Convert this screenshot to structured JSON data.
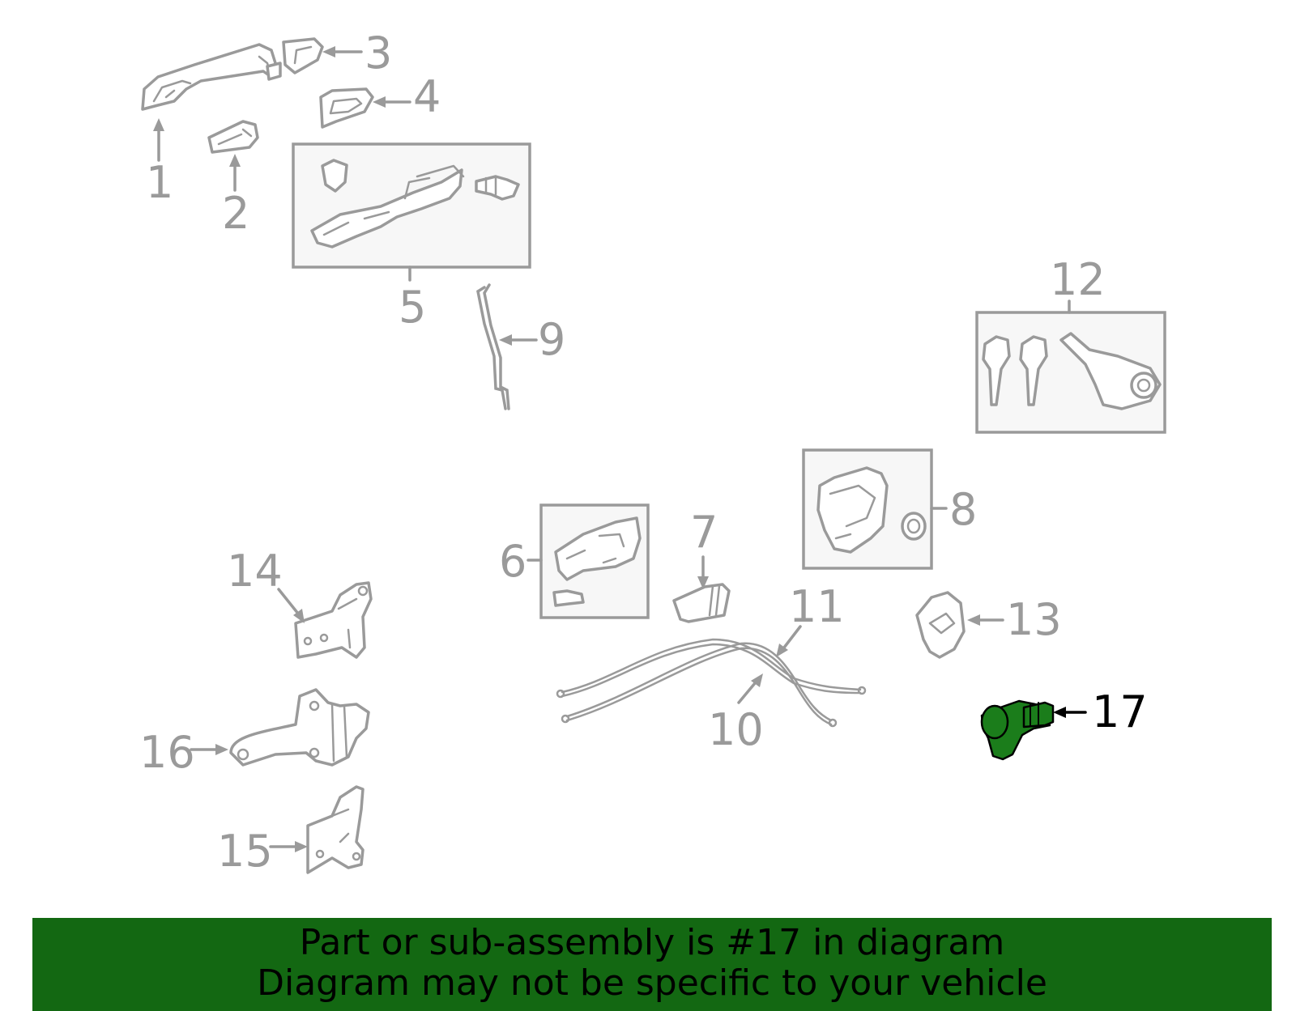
{
  "diagram": {
    "callouts": [
      "1",
      "2",
      "3",
      "4",
      "5",
      "6",
      "7",
      "8",
      "9",
      "10",
      "11",
      "12",
      "13",
      "14",
      "15",
      "16",
      "17"
    ],
    "highlighted_part": "17",
    "colors": {
      "part_outline": "#9a9a9a",
      "highlight_fill": "#1b7d1b",
      "banner_bg": "#136812"
    }
  },
  "banner": {
    "line1": "Part or sub-assembly is #17 in diagram",
    "line2": "Diagram may not be specific to your vehicle"
  }
}
